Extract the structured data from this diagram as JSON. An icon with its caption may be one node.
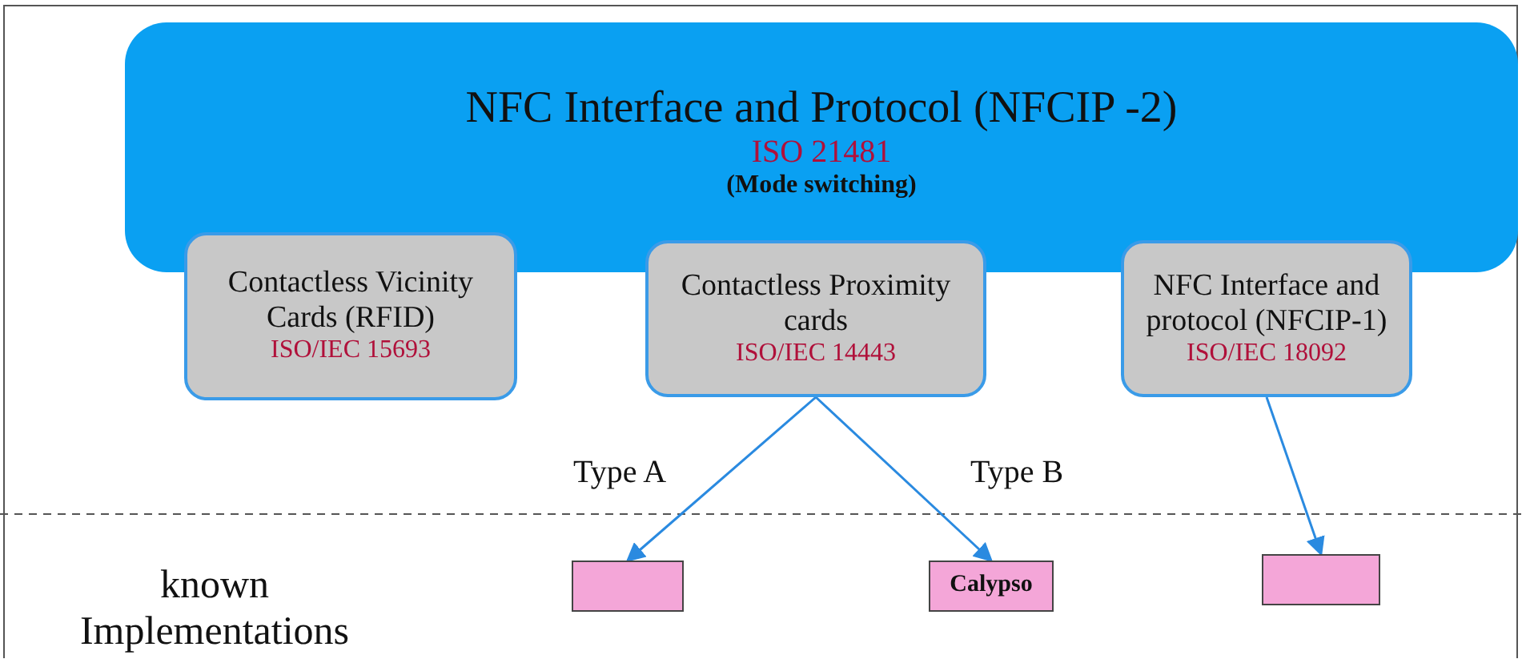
{
  "diagram": {
    "nodes": [
      {
        "text": [
          "NFC Interface and Protocol (NFCIP -2)",
          "ISO 21481",
          "(Mode switching)"
        ]
      },
      {
        "text": [
          "Contactless Vicinity Cards (RFID)",
          "ISO/IEC 15693"
        ]
      },
      {
        "text": [
          "Contactless Proximity cards",
          "ISO/IEC 14443"
        ]
      },
      {
        "text": [
          "NFC Interface and protocol (NFCIP-1)",
          "ISO/IEC 18092"
        ]
      },
      {
        "text": [],
        "shape": "box"
      },
      {
        "text": [
          "Calypso"
        ]
      },
      {
        "text": [],
        "shape": "box"
      }
    ],
    "edges": [
      {
        "from": 2,
        "to": 4,
        "arrow": "to",
        "label": "Type A"
      },
      {
        "from": 2,
        "to": 5,
        "arrow": "to",
        "label": "Type B"
      },
      {
        "from": 3,
        "to": 6,
        "arrow": "to"
      }
    ],
    "labels": [
      "known Implementations"
    ]
  }
}
